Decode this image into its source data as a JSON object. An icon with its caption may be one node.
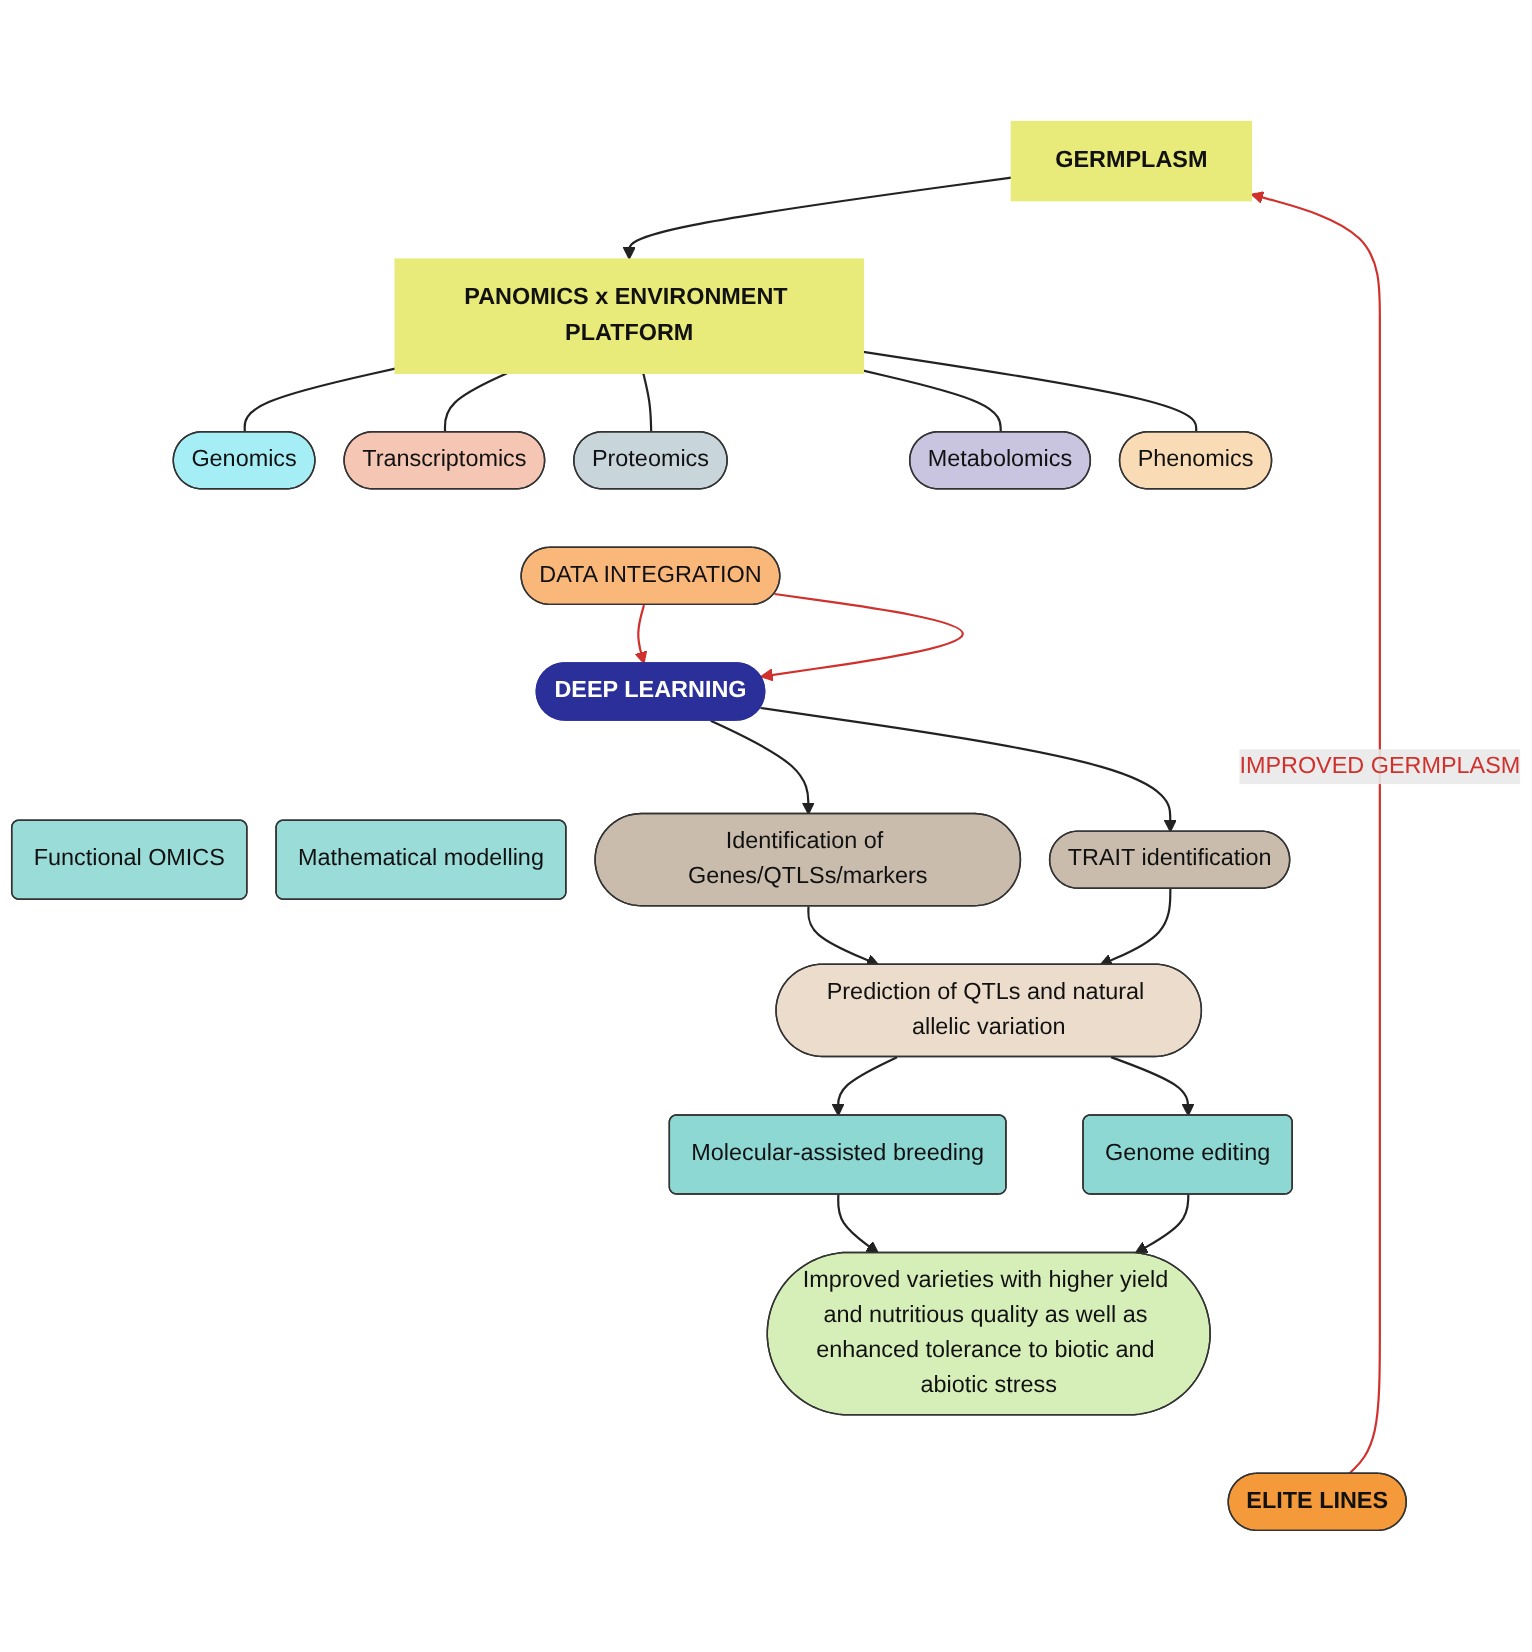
{
  "diagram": {
    "nodes": [
      {
        "text": [
          "GERMPLASM"
        ]
      },
      {
        "text": [
          "PANOMICS x ENVIRONMENT PLATFORM"
        ]
      },
      {
        "text": [
          "Genomics"
        ]
      },
      {
        "text": [
          "Transcriptomics"
        ]
      },
      {
        "text": [
          "Proteomics"
        ]
      },
      {
        "text": [
          "Metabolomics"
        ]
      },
      {
        "text": [
          "Phenomics"
        ]
      },
      {
        "text": [
          "DATA INTEGRATION"
        ]
      },
      {
        "text": [
          "DEEP LEARNING"
        ]
      },
      {
        "text": [
          "Functional OMICS"
        ]
      },
      {
        "text": [
          "Mathematical modelling"
        ]
      },
      {
        "text": [
          "Identification of Genes/QTLSs/markers"
        ]
      },
      {
        "text": [
          "TRAIT identification"
        ]
      },
      {
        "text": [
          "Prediction of QTLs and natural allelic variation"
        ]
      },
      {
        "text": [
          "Molecular-assisted breeding"
        ]
      },
      {
        "text": [
          "Genome editing"
        ]
      },
      {
        "text": [
          "Improved varieties with higher yield and nutritious quality as well as enhanced tolerance to biotic and abiotic stress"
        ]
      },
      {
        "text": [
          "ELITE LINES"
        ]
      }
    ],
    "edges": [
      {
        "from": 0,
        "to": 1,
        "arrow": "to"
      },
      {
        "from": 1,
        "to": 2,
        "arrow": "none"
      },
      {
        "from": 1,
        "to": 3,
        "arrow": "none"
      },
      {
        "from": 1,
        "to": 4,
        "arrow": "none"
      },
      {
        "from": 1,
        "to": 5,
        "arrow": "none"
      },
      {
        "from": 1,
        "to": 6,
        "arrow": "none"
      },
      {
        "from": 7,
        "to": 8,
        "arrow": "to",
        "color": "#d0312d"
      },
      {
        "from": 7,
        "to": 8,
        "arrow": "to",
        "color": "#d0312d"
      },
      {
        "from": 8,
        "to": 11,
        "arrow": "to"
      },
      {
        "from": 8,
        "to": 12,
        "arrow": "to"
      },
      {
        "from": 11,
        "to": 13,
        "arrow": "to"
      },
      {
        "from": 12,
        "to": 13,
        "arrow": "to"
      },
      {
        "from": 13,
        "to": 14,
        "arrow": "to"
      },
      {
        "from": 13,
        "to": 15,
        "arrow": "to"
      },
      {
        "from": 14,
        "to": 16,
        "arrow": "to"
      },
      {
        "from": 15,
        "to": 16,
        "arrow": "to"
      },
      {
        "from": 17,
        "to": 0,
        "arrow": "to",
        "label": "IMPROVED GERMPLASM",
        "color": "#d0312d"
      }
    ]
  }
}
